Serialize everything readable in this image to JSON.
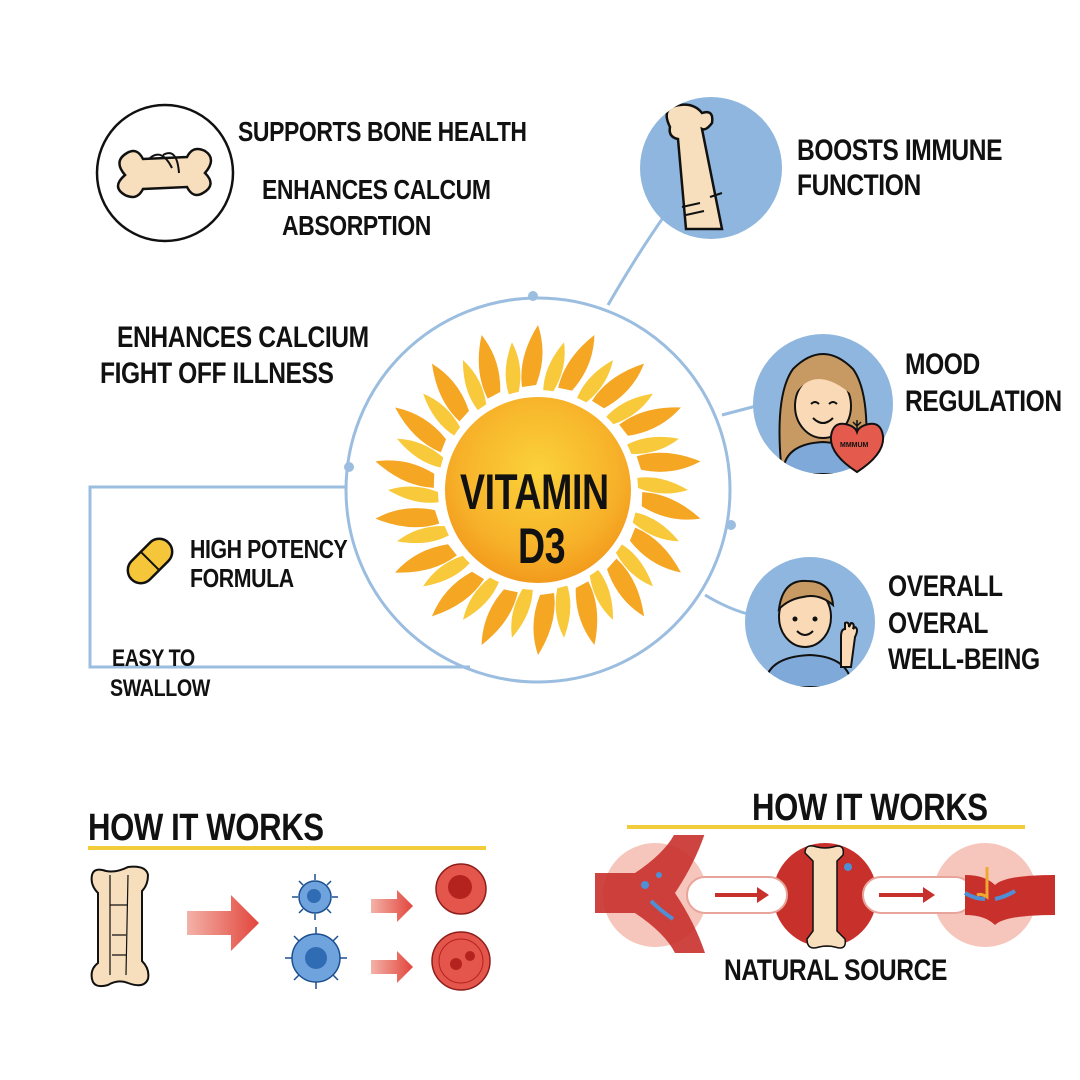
{
  "center": {
    "title_line1": "VITAMIN",
    "title_line2": "D3"
  },
  "benefits": {
    "bone_health": {
      "line1": "SUPPORTS BONE HEALTH"
    },
    "calcium_absorption": {
      "line1": "ENHANCES CALCUM",
      "line2": "ABSORPTION"
    },
    "immune": {
      "line1": "BOOSTS IMMUNE",
      "line2": "FUNCTION"
    },
    "calcium_illness": {
      "line1": "ENHANCES CALCIUM",
      "line2": "FIGHT OFF ILLNESS"
    },
    "mood": {
      "line1": "MOOD",
      "line2": "REGULATION",
      "heart_label": "MMMUM"
    },
    "wellbeing": {
      "line1": "OVERALL",
      "line2": "OVERAL",
      "line3": "WELL-BEING"
    },
    "potency": {
      "line1": "HIGH POTENCY",
      "line2": "FORMULA"
    },
    "swallow": {
      "line1": "EASY TO",
      "line2": "SWALLOW"
    }
  },
  "how_it_works_left": {
    "title": "HOW IT WORKS",
    "steps": [
      "bone",
      "immune-cells",
      "blood-cells"
    ]
  },
  "how_it_works_right": {
    "title": "HOW IT WORKS",
    "caption": "NATURAL SOURCE",
    "steps": [
      "blood-vessel",
      "bone",
      "vessel-absorption"
    ]
  },
  "colors": {
    "accent_blue": "#8fb6de",
    "connector_blue": "#9bbde0",
    "sun_orange": "#f5a623",
    "sun_yellow": "#f8c93a",
    "underline_yellow": "#f2cc3a",
    "bone": "#f7dfbd",
    "arrow_red": "#e2453c"
  }
}
